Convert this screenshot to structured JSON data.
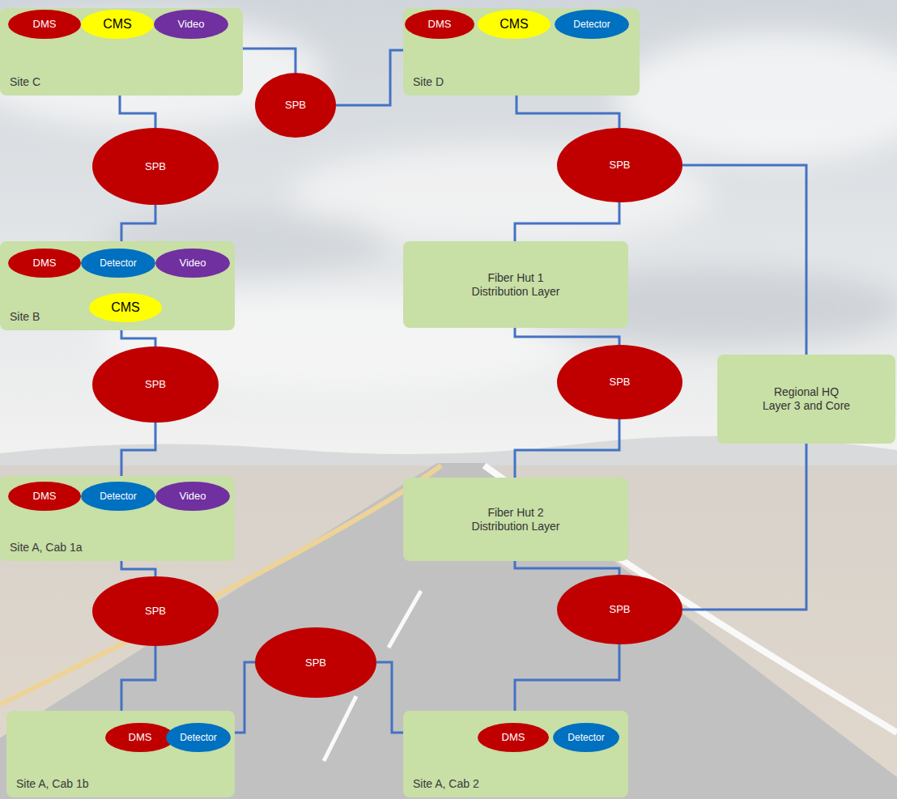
{
  "diagram": {
    "nodes": [
      {
        "text": [
          "Site C"
        ]
      },
      {
        "text": [
          "DMS"
        ],
        "in": 0
      },
      {
        "text": [
          "CMS"
        ],
        "in": 0
      },
      {
        "text": [
          "Video"
        ],
        "in": 0
      },
      {
        "text": [
          "Site D"
        ]
      },
      {
        "text": [
          "DMS"
        ],
        "in": 4
      },
      {
        "text": [
          "CMS"
        ],
        "in": 4
      },
      {
        "text": [
          "Detector"
        ],
        "in": 4
      },
      {
        "text": [
          "SPB"
        ]
      },
      {
        "text": [
          "SPB"
        ]
      },
      {
        "text": [
          "SPB"
        ]
      },
      {
        "text": [
          "Site B"
        ]
      },
      {
        "text": [
          "DMS"
        ],
        "in": 11
      },
      {
        "text": [
          "Detector"
        ],
        "in": 11
      },
      {
        "text": [
          "Video"
        ],
        "in": 11
      },
      {
        "text": [
          "CMS"
        ],
        "in": 11
      },
      {
        "text": [
          "Fiber Hut 1 Distribution Layer"
        ]
      },
      {
        "text": [
          "SPB"
        ]
      },
      {
        "text": [
          "SPB"
        ]
      },
      {
        "text": [
          "Regional HQ Layer 3 and Core"
        ]
      },
      {
        "text": [
          "Fiber Hut 2 Distribution Layer"
        ]
      },
      {
        "text": [
          "Site A, Cab 1a"
        ]
      },
      {
        "text": [
          "DMS"
        ],
        "in": 21
      },
      {
        "text": [
          "Detector"
        ],
        "in": 21
      },
      {
        "text": [
          "Video"
        ],
        "in": 21
      },
      {
        "text": [
          "SPB"
        ]
      },
      {
        "text": [
          "SPB"
        ]
      },
      {
        "text": [
          "SPB"
        ]
      },
      {
        "text": [
          "Site A, Cab 1b"
        ]
      },
      {
        "text": [
          "DMS"
        ],
        "in": 28
      },
      {
        "text": [
          "Detector"
        ],
        "in": 28
      },
      {
        "text": [
          "Site A, Cab 2"
        ]
      },
      {
        "text": [
          "DMS"
        ],
        "in": 31
      },
      {
        "text": [
          "Detector"
        ],
        "in": 31
      }
    ],
    "edges": [
      {
        "from": 0,
        "to": 8,
        "arrow": "none"
      },
      {
        "from": 8,
        "to": 4,
        "arrow": "none"
      },
      {
        "from": 0,
        "to": 9,
        "arrow": "none"
      },
      {
        "from": 9,
        "to": 11,
        "arrow": "none"
      },
      {
        "from": 4,
        "to": 10,
        "arrow": "none"
      },
      {
        "from": 10,
        "to": 16,
        "arrow": "none"
      },
      {
        "from": 10,
        "to": 19,
        "arrow": "none"
      },
      {
        "from": 11,
        "to": 17,
        "arrow": "none"
      },
      {
        "from": 17,
        "to": 21,
        "arrow": "none"
      },
      {
        "from": 16,
        "to": 18,
        "arrow": "none"
      },
      {
        "from": 18,
        "to": 20,
        "arrow": "none"
      },
      {
        "from": 21,
        "to": 25,
        "arrow": "none"
      },
      {
        "from": 25,
        "to": 28,
        "arrow": "none"
      },
      {
        "from": 20,
        "to": 26,
        "arrow": "none"
      },
      {
        "from": 26,
        "to": 31,
        "arrow": "none"
      },
      {
        "from": 26,
        "to": 19,
        "arrow": "none"
      },
      {
        "from": 28,
        "to": 27,
        "arrow": "none"
      },
      {
        "from": 27,
        "to": 31,
        "arrow": "none"
      }
    ]
  }
}
